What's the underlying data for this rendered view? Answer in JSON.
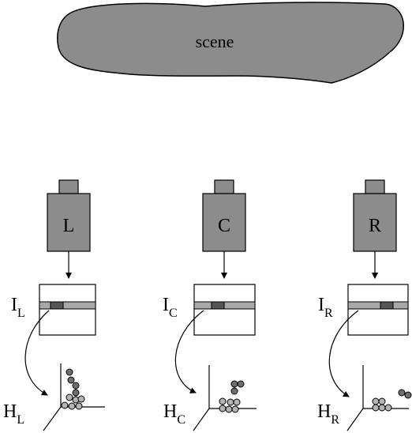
{
  "scene": {
    "label": "scene"
  },
  "cameras": [
    {
      "label": "L",
      "image_label": "I",
      "image_sub": "L",
      "hist_label": "H",
      "hist_sub": "L"
    },
    {
      "label": "C",
      "image_label": "I",
      "image_sub": "C",
      "hist_label": "H",
      "hist_sub": "C"
    },
    {
      "label": "R",
      "image_label": "I",
      "image_sub": "R",
      "hist_label": "H",
      "hist_sub": "R"
    }
  ],
  "colors": {
    "shape_fill": "#8c8c8c",
    "stroke": "#000000",
    "band_fill": "#a8a8a8",
    "band_window": "#555555",
    "dot_dark": "#6e6e6e",
    "dot_light": "#b4b4b4"
  }
}
